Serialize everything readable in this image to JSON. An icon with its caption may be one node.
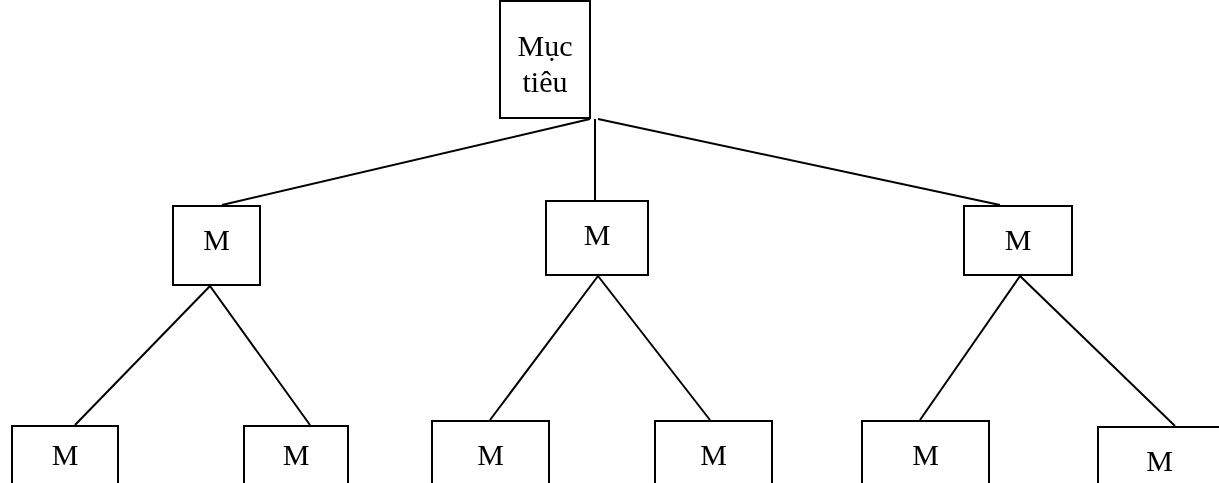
{
  "diagram": {
    "nodes": [
      {
        "text": [
          "Mục tiêu"
        ]
      },
      {
        "text": [
          "M"
        ]
      },
      {
        "text": [
          "M"
        ]
      },
      {
        "text": [
          "M"
        ]
      },
      {
        "text": [
          "M"
        ]
      },
      {
        "text": [
          "M"
        ]
      },
      {
        "text": [
          "M"
        ]
      },
      {
        "text": [
          "M"
        ]
      },
      {
        "text": [
          "M"
        ]
      },
      {
        "text": [
          "M"
        ]
      }
    ],
    "edges": [
      {
        "from": 0,
        "to": 1,
        "arrow": "none"
      },
      {
        "from": 0,
        "to": 2,
        "arrow": "none"
      },
      {
        "from": 0,
        "to": 3,
        "arrow": "none"
      },
      {
        "from": 1,
        "to": 4,
        "arrow": "none"
      },
      {
        "from": 1,
        "to": 5,
        "arrow": "none"
      },
      {
        "from": 2,
        "to": 6,
        "arrow": "none"
      },
      {
        "from": 2,
        "to": 7,
        "arrow": "none"
      },
      {
        "from": 3,
        "to": 8,
        "arrow": "none"
      },
      {
        "from": 3,
        "to": 9,
        "arrow": "none"
      }
    ]
  }
}
